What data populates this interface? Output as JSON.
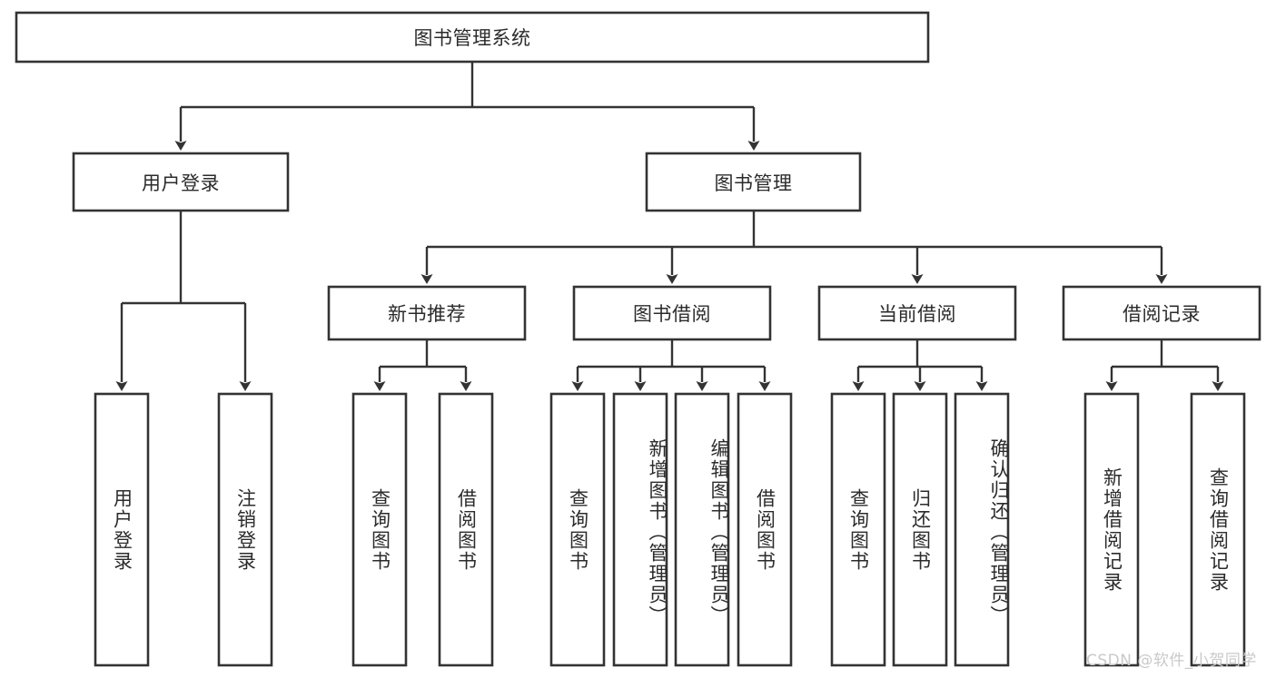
{
  "diagram": {
    "title": "图书管理系统",
    "watermark": "CSDN @软件_小贺同学",
    "colors": {
      "background": "#ffffff",
      "box_stroke": "#333333",
      "text": "#2b2b2b",
      "watermark": "#c9c9c9"
    },
    "root": {
      "label": "图书管理系统"
    },
    "level2": [
      {
        "label": "用户登录"
      },
      {
        "label": "图书管理"
      }
    ],
    "level3": [
      {
        "label": "新书推荐"
      },
      {
        "label": "图书借阅"
      },
      {
        "label": "当前借阅"
      },
      {
        "label": "借阅记录"
      }
    ],
    "leaves": {
      "user_login": [
        {
          "label": "用户登录"
        },
        {
          "label": "注销登录"
        }
      ],
      "new_book": [
        {
          "label": "查询图书"
        },
        {
          "label": "借阅图书"
        }
      ],
      "borrow": [
        {
          "label": "查询图书"
        },
        {
          "label": "新增图书（管理员）"
        },
        {
          "label": "编辑图书（管理员）"
        },
        {
          "label": "借阅图书"
        }
      ],
      "current": [
        {
          "label": "查询图书"
        },
        {
          "label": "归还图书"
        },
        {
          "label": "确认归还（管理员）"
        }
      ],
      "records": [
        {
          "label": "新增借阅记录"
        },
        {
          "label": "查询借阅记录"
        }
      ]
    }
  }
}
